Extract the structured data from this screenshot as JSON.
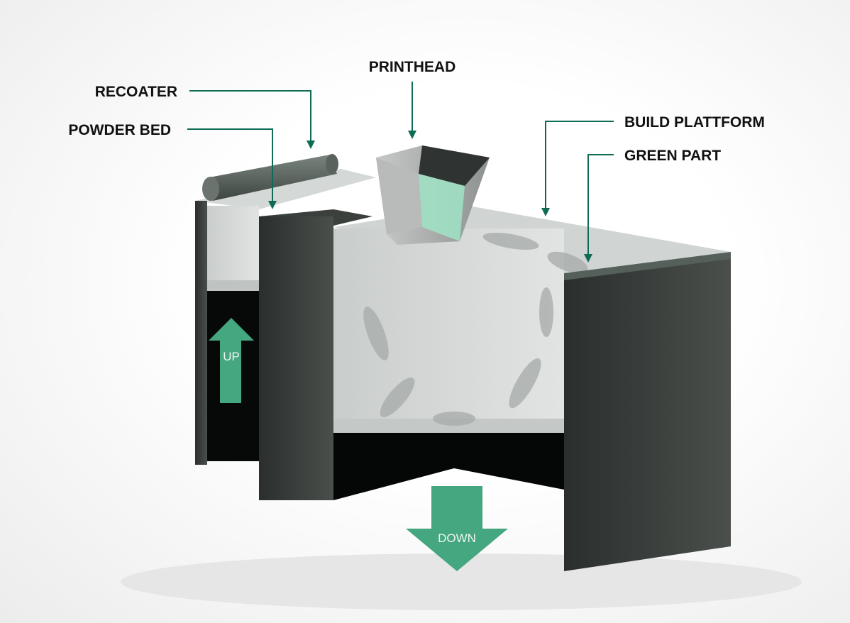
{
  "labels": {
    "recoater": "RECOATER",
    "powder_bed": "POWDER BED",
    "printhead": "PRINTHEAD",
    "build_platform": "BUILD PLATTFORM",
    "green_part": "GREEN PART",
    "up": "UP",
    "down": "DOWN"
  },
  "colors": {
    "leader_line": "#106b55",
    "motion_arrow": "#45a77f",
    "printhead_face": "#9fe3c6"
  }
}
